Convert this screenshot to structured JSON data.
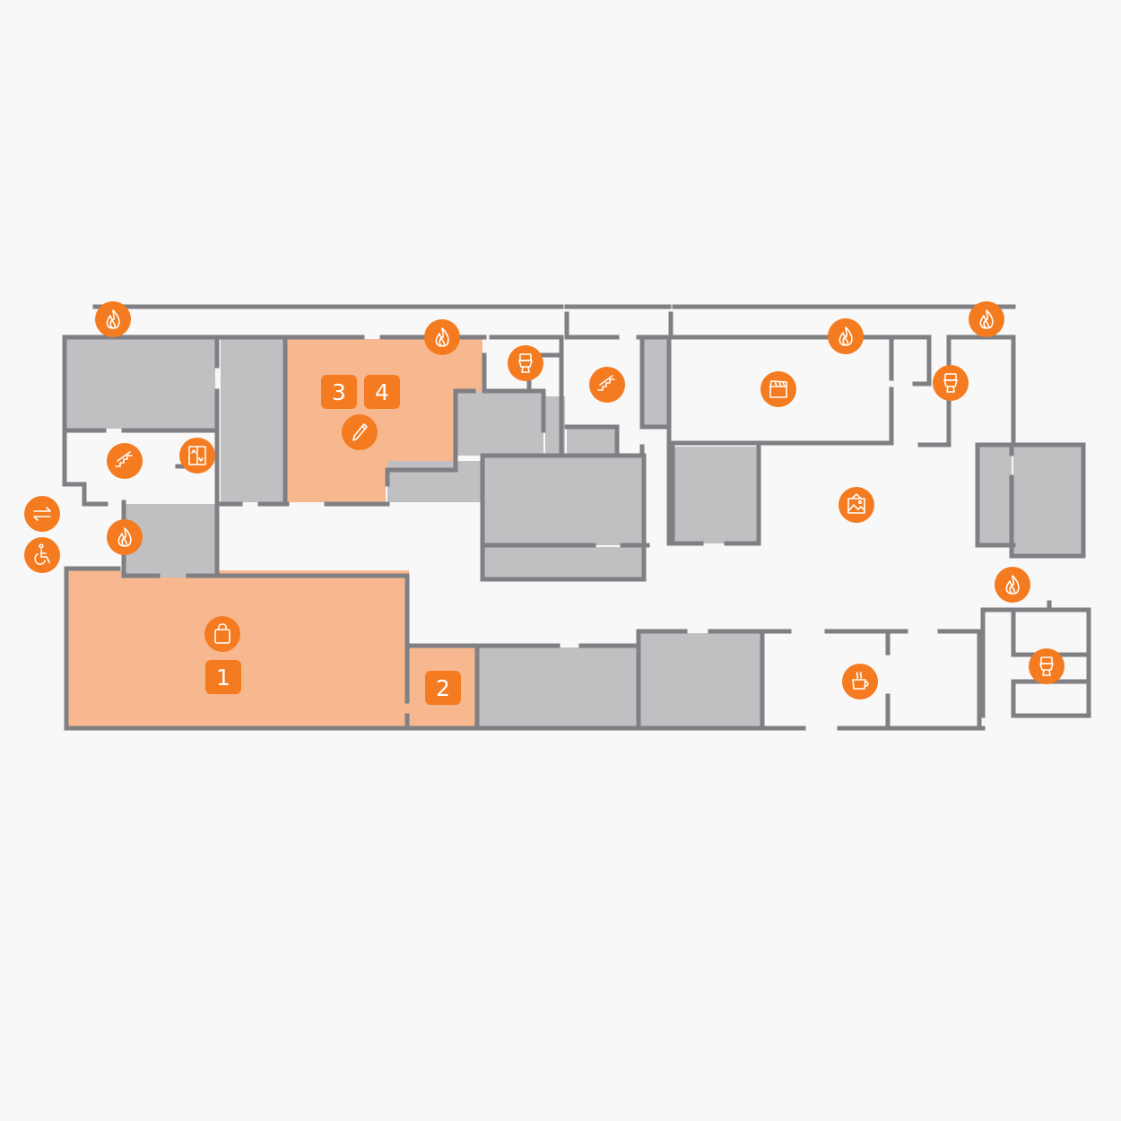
{
  "colors": {
    "background": "#f8f8f8",
    "wall": "#7f7f84",
    "room_inactive": "#c0c0c2",
    "room_highlight": "#f7b88f",
    "marker": "#f47b20",
    "icon": "#ffffff"
  },
  "rooms": {
    "highlighted": [
      "retail-area-1",
      "room-2",
      "room-3-4"
    ]
  },
  "badges": [
    {
      "id": "badge-1",
      "label": "1"
    },
    {
      "id": "badge-2",
      "label": "2"
    },
    {
      "id": "badge-3",
      "label": "3"
    },
    {
      "id": "badge-4",
      "label": "4"
    }
  ],
  "markers": [
    {
      "id": "fire-1",
      "icon": "fire-extinguisher-icon"
    },
    {
      "id": "fire-2",
      "icon": "fire-extinguisher-icon"
    },
    {
      "id": "fire-3",
      "icon": "fire-extinguisher-icon"
    },
    {
      "id": "fire-4",
      "icon": "fire-extinguisher-icon"
    },
    {
      "id": "fire-5",
      "icon": "fire-extinguisher-icon"
    },
    {
      "id": "fire-6",
      "icon": "fire-extinguisher-icon"
    },
    {
      "id": "toilet-1",
      "icon": "toilet-icon"
    },
    {
      "id": "toilet-2",
      "icon": "toilet-icon"
    },
    {
      "id": "toilet-3",
      "icon": "toilet-icon"
    },
    {
      "id": "stairs-1",
      "icon": "stairs-icon"
    },
    {
      "id": "stairs-2",
      "icon": "stairs-icon"
    },
    {
      "id": "elevator-1",
      "icon": "elevator-icon"
    },
    {
      "id": "entrance-1",
      "icon": "entrance-exit-icon"
    },
    {
      "id": "accessible-1",
      "icon": "wheelchair-icon"
    },
    {
      "id": "shop-1",
      "icon": "shopping-bag-icon"
    },
    {
      "id": "workshop-1",
      "icon": "pencil-icon"
    },
    {
      "id": "cinema-1",
      "icon": "clapperboard-icon"
    },
    {
      "id": "gallery-1",
      "icon": "picture-icon"
    },
    {
      "id": "cafe-1",
      "icon": "coffee-cup-icon"
    }
  ]
}
